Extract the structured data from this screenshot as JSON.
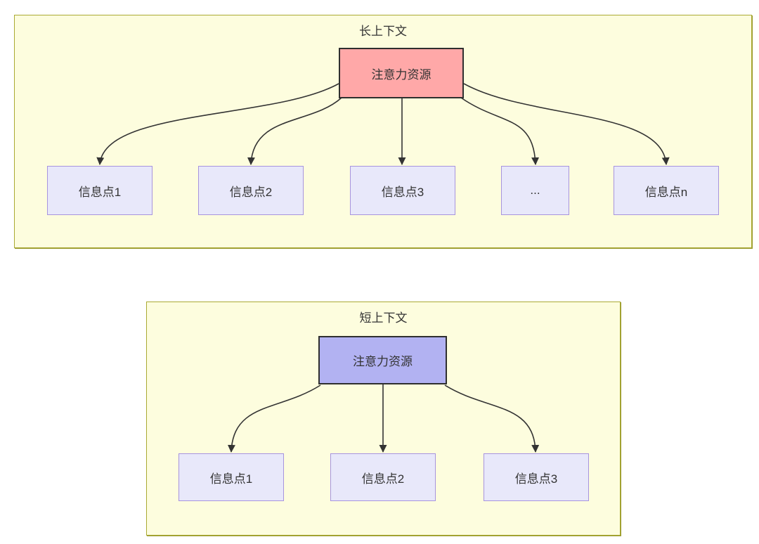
{
  "colors": {
    "container_fill": "#FDFDDE",
    "container_border": "#AAAA33",
    "hub_long_fill": "#FFA8A8",
    "hub_short_fill": "#B2B2F2",
    "hub_border": "#2F2F2F",
    "node_fill": "#E8E8FA",
    "node_border": "#A794DE",
    "arrow": "#333333",
    "text": "#333333"
  },
  "diagrams": {
    "long_context": {
      "title": "长上下文",
      "hub": {
        "label": "注意力资源"
      },
      "nodes": [
        {
          "label": "信息点1"
        },
        {
          "label": "信息点2"
        },
        {
          "label": "信息点3"
        },
        {
          "label": "..."
        },
        {
          "label": "信息点n"
        }
      ],
      "edges": [
        {
          "from": "注意力资源",
          "to": "信息点1"
        },
        {
          "from": "注意力资源",
          "to": "信息点2"
        },
        {
          "from": "注意力资源",
          "to": "信息点3"
        },
        {
          "from": "注意力资源",
          "to": "..."
        },
        {
          "from": "注意力资源",
          "to": "信息点n"
        }
      ]
    },
    "short_context": {
      "title": "短上下文",
      "hub": {
        "label": "注意力资源"
      },
      "nodes": [
        {
          "label": "信息点1"
        },
        {
          "label": "信息点2"
        },
        {
          "label": "信息点3"
        }
      ],
      "edges": [
        {
          "from": "注意力资源",
          "to": "信息点1"
        },
        {
          "from": "注意力资源",
          "to": "信息点2"
        },
        {
          "from": "注意力资源",
          "to": "信息点3"
        }
      ]
    }
  }
}
